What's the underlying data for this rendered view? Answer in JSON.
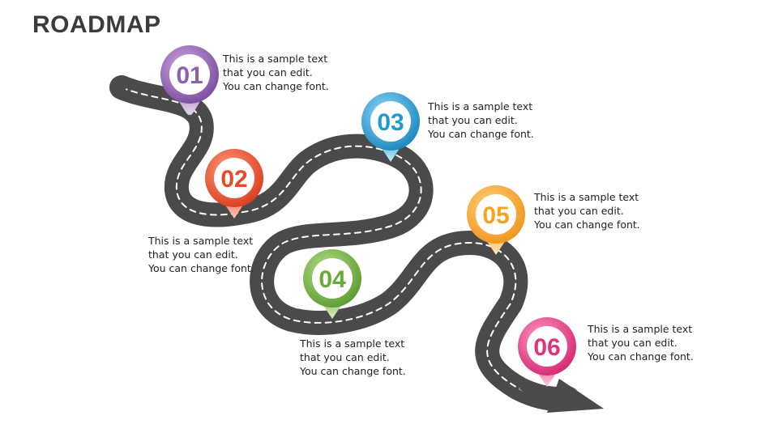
{
  "title": "ROADMAP",
  "colors": {
    "road": "#4a4a4a",
    "dash": "#ffffff",
    "01": "#8e5fab",
    "02": "#e84a2a",
    "03": "#1f9ad0",
    "04": "#6aaa3a",
    "05": "#f5a31f",
    "06": "#e0337a"
  },
  "milestones": [
    {
      "number": "01",
      "lines": [
        "This is a sample text",
        "that you can edit.",
        "You can change font."
      ]
    },
    {
      "number": "02",
      "lines": [
        "This is a sample text",
        "that you can edit.",
        "You can change font."
      ]
    },
    {
      "number": "03",
      "lines": [
        "This is a sample text",
        "that you can edit.",
        "You can change font."
      ]
    },
    {
      "number": "04",
      "lines": [
        "This is a sample text",
        "that you can edit.",
        "You can change font."
      ]
    },
    {
      "number": "05",
      "lines": [
        "This is a sample text",
        "that you can edit.",
        "You can change font."
      ]
    },
    {
      "number": "06",
      "lines": [
        "This is a sample text",
        "that you can edit.",
        "You can change font."
      ]
    }
  ]
}
